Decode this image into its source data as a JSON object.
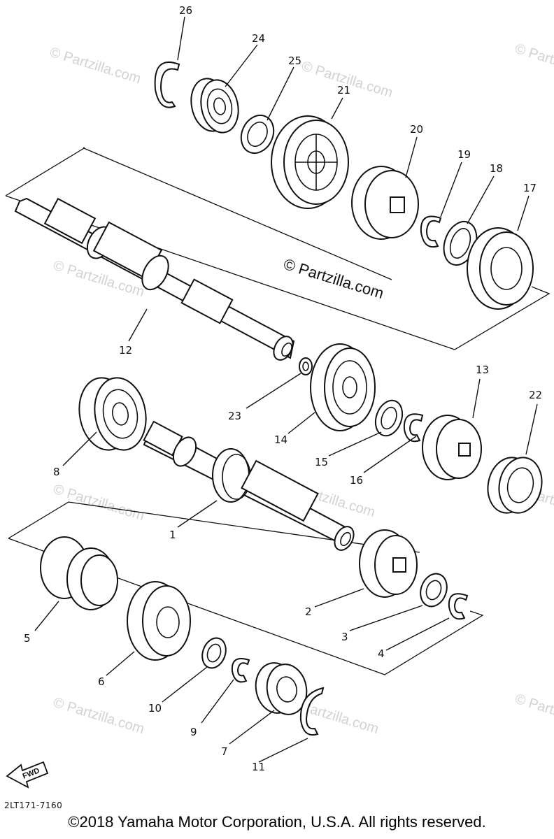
{
  "watermarks": {
    "small": "© Partzilla.com",
    "center": "© Partzilla.com"
  },
  "fwd_label": "FWD",
  "part_code": "2LT171-7160",
  "copyright": "©2018 Yamaha Motor Corporation, U.S.A. All rights reserved.",
  "callouts": [
    {
      "id": "c1",
      "label": "1"
    },
    {
      "id": "c2",
      "label": "2"
    },
    {
      "id": "c3",
      "label": "3"
    },
    {
      "id": "c4",
      "label": "4"
    },
    {
      "id": "c5",
      "label": "5"
    },
    {
      "id": "c6",
      "label": "6"
    },
    {
      "id": "c7",
      "label": "7"
    },
    {
      "id": "c8",
      "label": "8"
    },
    {
      "id": "c9",
      "label": "9"
    },
    {
      "id": "c10",
      "label": "10"
    },
    {
      "id": "c11",
      "label": "11"
    },
    {
      "id": "c12",
      "label": "12"
    },
    {
      "id": "c13",
      "label": "13"
    },
    {
      "id": "c14",
      "label": "14"
    },
    {
      "id": "c15",
      "label": "15"
    },
    {
      "id": "c16",
      "label": "16"
    },
    {
      "id": "c17",
      "label": "17"
    },
    {
      "id": "c18",
      "label": "18"
    },
    {
      "id": "c19",
      "label": "19"
    },
    {
      "id": "c20",
      "label": "20"
    },
    {
      "id": "c21",
      "label": "21"
    },
    {
      "id": "c22",
      "label": "22"
    },
    {
      "id": "c23",
      "label": "23"
    },
    {
      "id": "c24",
      "label": "24"
    },
    {
      "id": "c25",
      "label": "25"
    },
    {
      "id": "c26",
      "label": "26"
    }
  ]
}
